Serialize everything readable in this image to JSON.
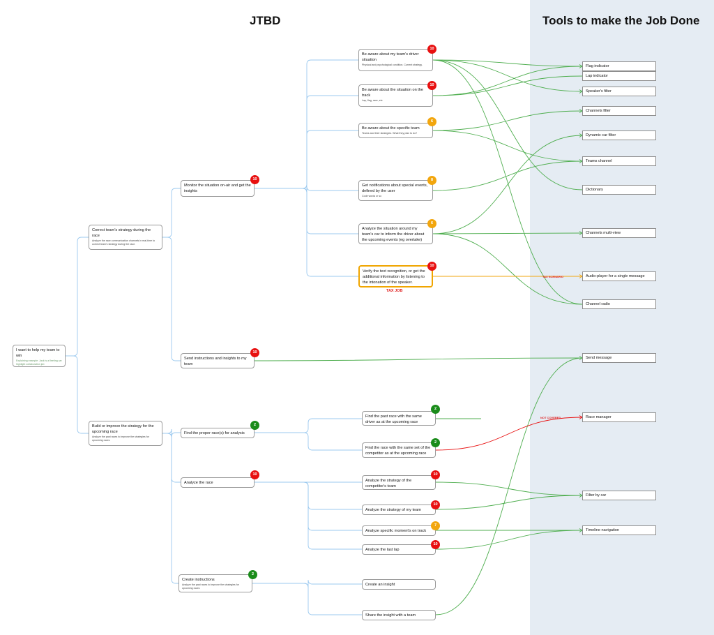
{
  "headers": {
    "jtbd": "JTBD",
    "tools": "Tools to make the Job Done"
  },
  "colors": {
    "red": "#e81010",
    "orange": "#f2a60e",
    "green": "#1a8c1a",
    "blue": "#9bc9ef",
    "link_green": "#4fae4f",
    "tools_bg": "#e5ecf3"
  },
  "nodes": {
    "root": {
      "title": "I want to help my team to win",
      "sub": "Explaining example: Jack is a fleeting car highlight collaboration job"
    },
    "correct": {
      "title": "Correct team's strategy during the race",
      "sub": "Analyze the race communication channels in real-time to correct team's strategy during the race."
    },
    "build": {
      "title": "Build or improve the strategy for the upcoming race",
      "sub": "Analyze the past races to improve the strategies for upcoming races"
    },
    "monitor": {
      "title": "Monitor the situation on-air and get the insights",
      "sub": "",
      "badge": "10"
    },
    "send": {
      "title": "Send instructions and insights to my team",
      "sub": "",
      "badge": "10"
    },
    "proper": {
      "title": "Find the proper race(s) for analysis",
      "sub": "",
      "badge": "2"
    },
    "analyze": {
      "title": "Analyze the race",
      "sub": "",
      "badge": "10"
    },
    "create": {
      "title": "Create instructions",
      "sub": "Analyze the past races to improve the strategies for upcoming races",
      "badge": "2"
    },
    "driver": {
      "title": "Be aware about my team's driver situation",
      "sub": "Physical and psychological condition. Current strategy.",
      "badge": "10"
    },
    "track": {
      "title": "Be aware about the situation on the track",
      "sub": "Lap, flag, race, etc",
      "badge": "10"
    },
    "specteam": {
      "title": "Be aware about the specific team",
      "sub": "Teams and their strategies. What they plan to do?",
      "badge": "6"
    },
    "notif": {
      "title": "Get notifications about special events, defined by the user",
      "sub": "Code words or so",
      "badge": "8"
    },
    "around": {
      "title": "Analyze the situation around my team's car to inform the driver about the upcoming events (eg overtake)",
      "sub": "",
      "badge": "6"
    },
    "verify": {
      "title": "Verify the text recognition, or get the additional information by listening to the intonation of the speaker.",
      "sub": "",
      "badge": "10"
    },
    "pastrace": {
      "title": "Find the past race with the same driver as at the upcoming race",
      "sub": "",
      "badge": "2"
    },
    "competitor": {
      "title": "Find the race with the same set of the competitor as at the upcoming race",
      "sub": "",
      "badge": "2"
    },
    "stratcomp": {
      "title": "Analyze the strategy of the competitor's team",
      "sub": "",
      "badge": "10"
    },
    "stratmine": {
      "title": "Analyze the strategy of my team",
      "sub": "",
      "badge": "10"
    },
    "moment": {
      "title": "Analyze specific moment's on track",
      "sub": "",
      "badge": "7"
    },
    "lastlap": {
      "title": "Analyze the last lap",
      "sub": "",
      "badge": "10"
    },
    "insight": {
      "title": "Create an insight",
      "sub": ""
    },
    "share": {
      "title": "Share the insight with a team",
      "sub": ""
    }
  },
  "tools": {
    "flag": "Flag indicator",
    "lap": "Lap indicator",
    "speaker": "Speaker's filter",
    "channels": "Channels filter",
    "dyncar": "Dynamic car filter",
    "teams": "Teams channel",
    "dict": "Dictionary",
    "multiview": "Channels multi-view",
    "audio": "Audio-player for a single message",
    "radio": "Channel radio",
    "sendmsg": "Send message",
    "racemgr": "Race manager",
    "filtercar": "Filter by car",
    "timeline": "Timeline navigation"
  },
  "labels": {
    "tax_job": "TAX JOB",
    "tax_scenario": "TAX SCENARIO",
    "not_covered": "NOT COVERED"
  }
}
